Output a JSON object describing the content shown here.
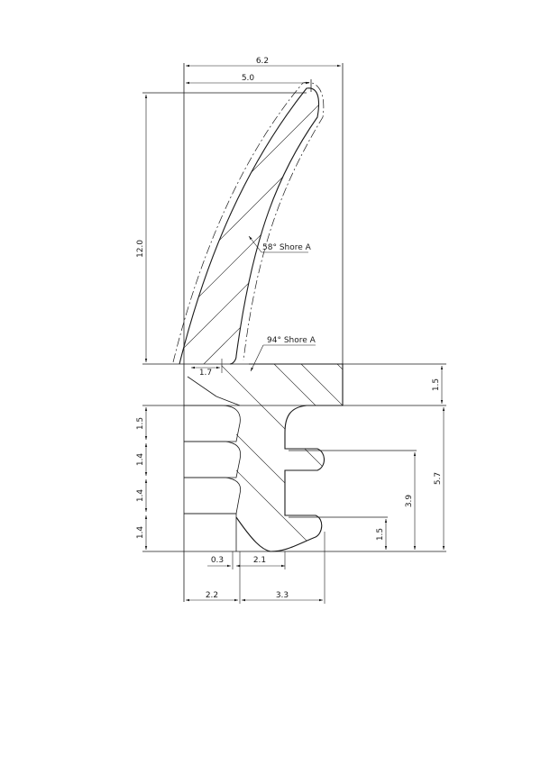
{
  "drawing": {
    "dimensions": {
      "overall_width": "6.2",
      "lip_width": "5.0",
      "lip_height": "12.0",
      "lip_base": "1.7",
      "top_thickness": "1.5",
      "body_height": "5.7",
      "groove_depth_1": "3.9",
      "groove_depth_2": "1.5",
      "rib_1": "1.5",
      "rib_2": "1.4",
      "rib_3": "1.4",
      "rib_4": "1.4",
      "offset": "0.3",
      "gap": "2.1",
      "base_left": "2.2",
      "base_right": "3.3"
    },
    "materials": {
      "soft": "58° Shore A",
      "hard": "94° Shore A"
    }
  }
}
